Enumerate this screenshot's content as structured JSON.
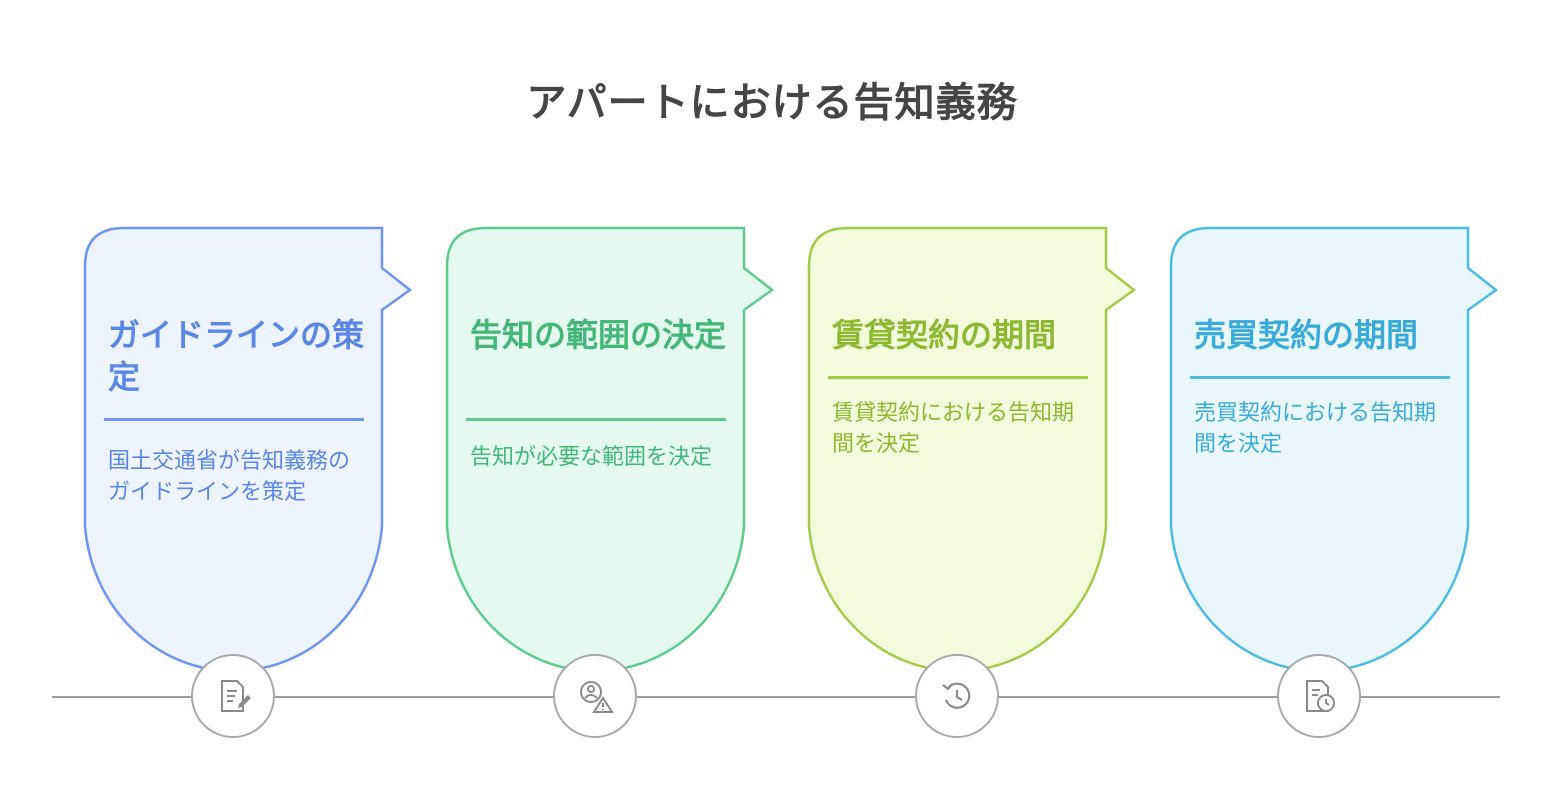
{
  "title": "アパートにおける告知義務",
  "colors": {
    "timeline": "#9c9c9c",
    "node_border": "#a8a8a8",
    "icon": "#8a8a8a"
  },
  "steps": [
    {
      "title": "ガイドラインの策定",
      "description": "国土交通省が告知義務のガイドラインを策定",
      "icon": "document-edit-icon",
      "stroke": "#6b95ee",
      "fill": "#edf3ff",
      "text_color": "#5a86e6"
    },
    {
      "title": "告知の範囲の決定",
      "description": "告知が必要な範囲を決定",
      "icon": "person-warning-icon",
      "stroke": "#5ecb8d",
      "fill": "#e4faf0",
      "text_color": "#44b778"
    },
    {
      "title": "賃貸契約の期間",
      "description": "賃貸契約における告知期間を決定",
      "icon": "rotate-history-icon",
      "stroke": "#a3cc46",
      "fill": "#f3fbdc",
      "text_color": "#8cb832"
    },
    {
      "title": "売買契約の期間",
      "description": "売買契約における告知期間を決定",
      "icon": "document-time-icon",
      "stroke": "#4bbbe5",
      "fill": "#e9f7fd",
      "text_color": "#3aaad8"
    }
  ]
}
